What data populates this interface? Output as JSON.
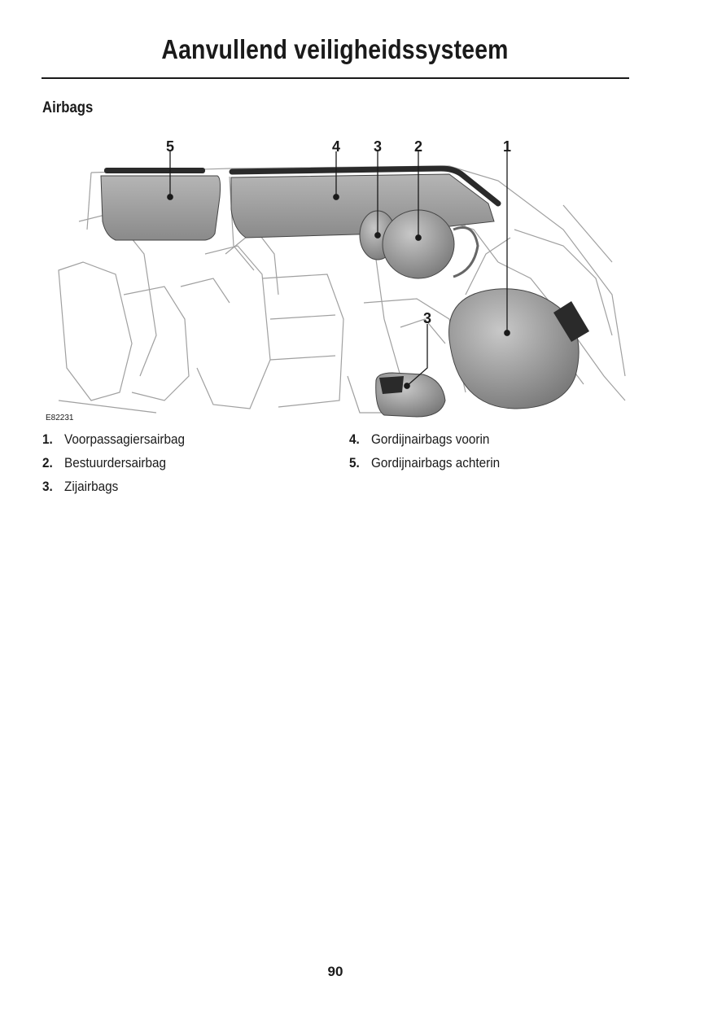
{
  "page": {
    "title": "Aanvullend veiligheidssysteem",
    "section_heading": "Airbags",
    "page_number": "90"
  },
  "figure": {
    "id_label": "E82231",
    "callouts": [
      "5",
      "4",
      "3",
      "2",
      "1",
      "3"
    ]
  },
  "legend": [
    {
      "number": "1.",
      "label": "Voorpassagiersairbag"
    },
    {
      "number": "2.",
      "label": "Bestuurdersairbag"
    },
    {
      "number": "3.",
      "label": "Zijairbags"
    },
    {
      "number": "4.",
      "label": "Gordijnairbags voorin"
    },
    {
      "number": "5.",
      "label": "Gordijnairbags achterin"
    }
  ],
  "colors": {
    "text": "#1a1a1a",
    "airbag_fill": "#8c8c8c",
    "airbag_edge": "#3a3a3a",
    "line_art": "#9a9a9a"
  }
}
